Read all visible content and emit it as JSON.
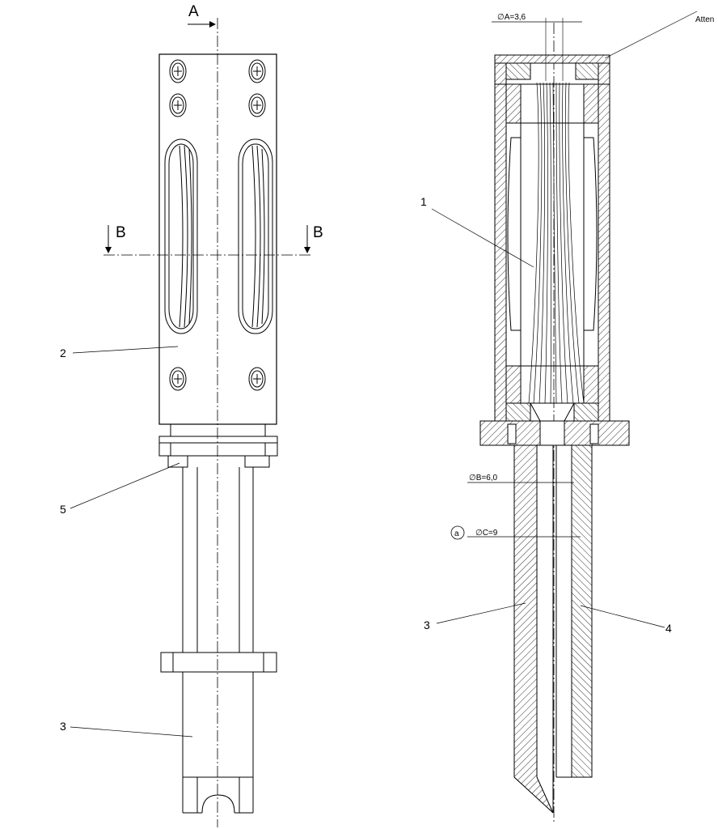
{
  "section_marks": {
    "a": "A",
    "b_left": "B",
    "b_right": "B"
  },
  "dimensions": {
    "dia_a": "∅A=3,6",
    "dia_b": "∅B=6,0",
    "dia_c": "∅C=9",
    "note_circle": "a"
  },
  "callouts": {
    "atten": "Atten",
    "p1": "1",
    "p2": "2",
    "p3_left": "3",
    "p3_right": "3",
    "p4": "4",
    "p5": "5"
  }
}
